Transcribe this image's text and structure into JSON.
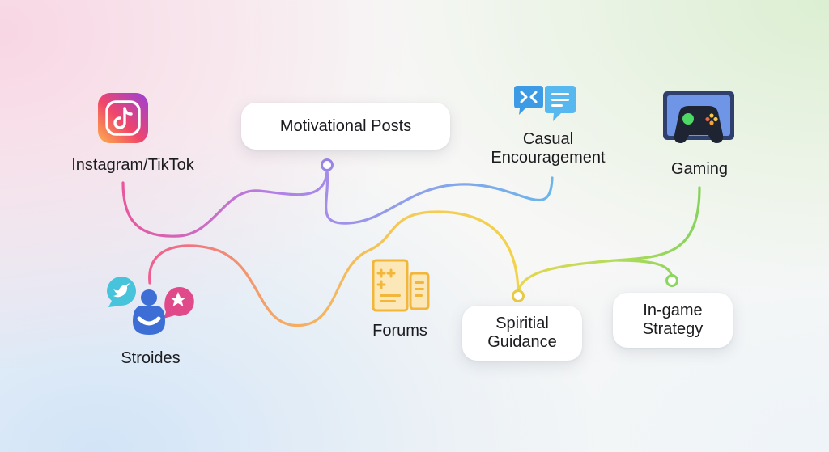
{
  "nodes": {
    "instagram_tiktok": "Instagram/TikTok",
    "motivational_posts": "Motivational Posts",
    "casual_encouragement": [
      "Casual",
      "Encouragement"
    ],
    "gaming": "Gaming",
    "stroides": "Stroides",
    "forums": "Forums",
    "spiritual_guidance": [
      "Spiritial",
      "Guidance"
    ],
    "in_game_strategy": [
      "In-game",
      "Strategy"
    ]
  },
  "icons": {
    "instagram_tiktok": "tiktok-app-icon",
    "casual_encouragement": "chat-bubbles-icon",
    "gaming": "game-controller-icon",
    "stroides": "social-cluster-icon",
    "forums": "forum-documents-icon"
  },
  "colors": {
    "pink": "#e8579c",
    "purple": "#a97ee6",
    "blue": "#6ab6ea",
    "yellow": "#f2c94c",
    "orange": "#f5a864",
    "green": "#8bd65e"
  }
}
